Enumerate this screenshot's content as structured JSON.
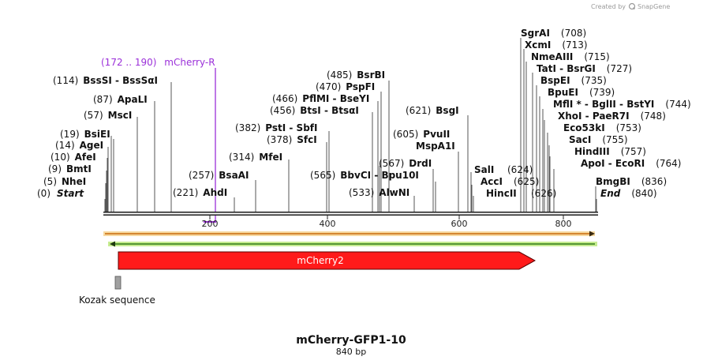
{
  "credit": "Created by",
  "brand": "SnapGene",
  "title": "mCherry-GFP1-10",
  "subtitle": "840 bp",
  "ruler": {
    "ticks": [
      "200",
      "400",
      "600",
      "800"
    ]
  },
  "primer": {
    "range": "(172 .. 190)",
    "name": "mCherry-R",
    "color": "#9b30d9"
  },
  "features": {
    "mcherry2": {
      "label": "mCherry2",
      "color": "#ff1a1a"
    },
    "kozak": {
      "label": "Kozak sequence",
      "color": "#a0a0a0"
    }
  },
  "sites": [
    {
      "pos": "(0)",
      "name": "Start"
    },
    {
      "pos": "(5)",
      "name": "NheI"
    },
    {
      "pos": "(9)",
      "name": "BmtI"
    },
    {
      "pos": "(10)",
      "name": "AfeI"
    },
    {
      "pos": "(14)",
      "name": "AgeI"
    },
    {
      "pos": "(19)",
      "name": "BsiEI"
    },
    {
      "pos": "(57)",
      "name": "MscI"
    },
    {
      "pos": "(87)",
      "name": "ApaLI"
    },
    {
      "pos": "(114)",
      "name": "BssSI  -  BssSαI"
    },
    {
      "pos": "(221)",
      "name": "AhdI"
    },
    {
      "pos": "(257)",
      "name": "BsaAI"
    },
    {
      "pos": "(314)",
      "name": "MfeI"
    },
    {
      "pos": "(378)",
      "name": "SfcI"
    },
    {
      "pos": "(382)",
      "name": "PstI  -  SbfI"
    },
    {
      "pos": "(456)",
      "name": "BtsI  -  BtsαI"
    },
    {
      "pos": "(466)",
      "name": "PflMI  -  BseYI"
    },
    {
      "pos": "(470)",
      "name": "PspFI"
    },
    {
      "pos": "(485)",
      "name": "BsrBI"
    },
    {
      "pos": "(533)",
      "name": "AlwNI"
    },
    {
      "pos": "(565)",
      "name": "BbvCI  -  Bpu10I"
    },
    {
      "pos": "(567)",
      "name": "DrdI"
    },
    {
      "pos": "(605)",
      "name": "PvuII"
    },
    {
      "pos": "",
      "name": "MspA1I"
    },
    {
      "pos": "(621)",
      "name": "BsgI"
    },
    {
      "pos": "",
      "name": "SalI"
    },
    {
      "pos": "(624)",
      "name": ""
    },
    {
      "pos": "",
      "name": "AccI"
    },
    {
      "pos": "(625)",
      "name": ""
    },
    {
      "pos": "",
      "name": "HincII"
    },
    {
      "pos": "(626)",
      "name": ""
    },
    {
      "pos": "(708)",
      "name": "SgrAI"
    },
    {
      "pos": "(713)",
      "name": "XcmI"
    },
    {
      "pos": "(715)",
      "name": "NmeAIII"
    },
    {
      "pos": "(727)",
      "name": "TatI  -  BsrGI"
    },
    {
      "pos": "(735)",
      "name": "BspEI"
    },
    {
      "pos": "(739)",
      "name": "BpuEI"
    },
    {
      "pos": "(744)",
      "name": "MflI *  -  BglII  -  BstYI"
    },
    {
      "pos": "(748)",
      "name": "XhoI  -  PaeR7I"
    },
    {
      "pos": "(753)",
      "name": "Eco53kI"
    },
    {
      "pos": "(755)",
      "name": "SacI"
    },
    {
      "pos": "(757)",
      "name": "HindIII"
    },
    {
      "pos": "(764)",
      "name": "ApoI  -  EcoRI"
    },
    {
      "pos": "(836)",
      "name": "BmgBI"
    },
    {
      "pos": "(840)",
      "name": "End"
    }
  ]
}
